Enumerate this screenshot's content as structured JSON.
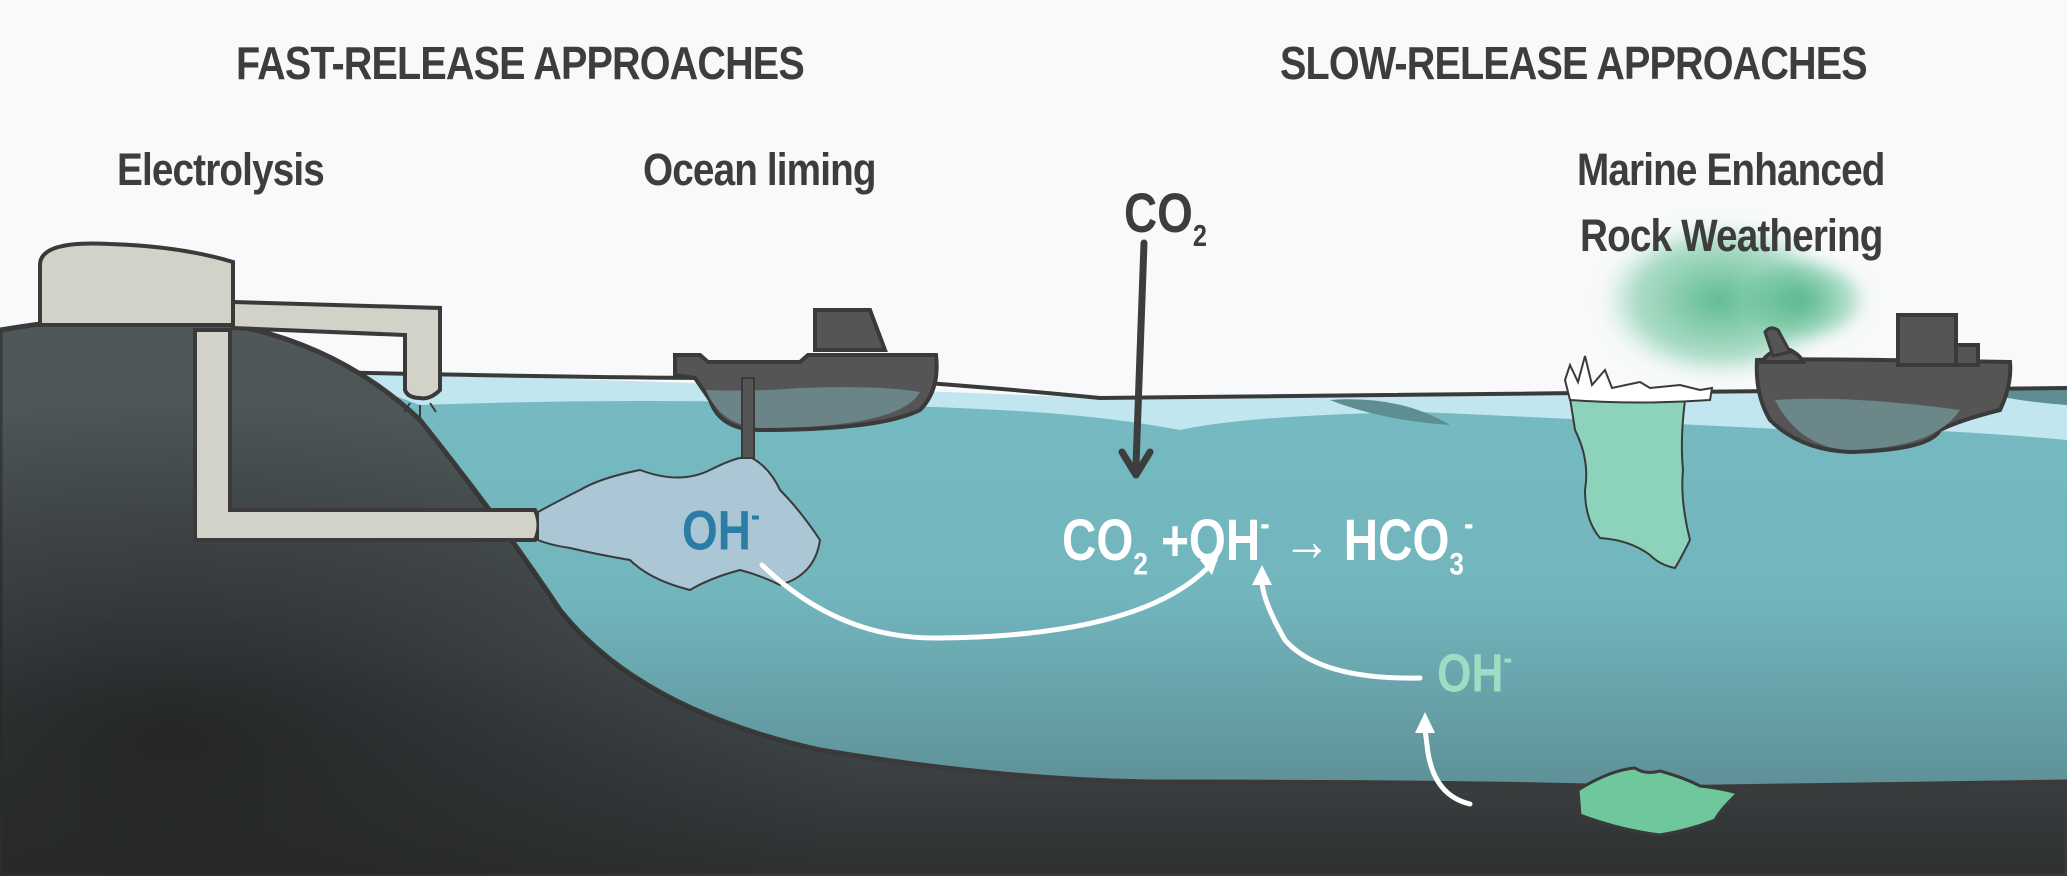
{
  "headers": {
    "fast": "FAST-RELEASE APPROACHES",
    "slow": "SLOW-RELEASE APPROACHES"
  },
  "approaches": {
    "electrolysis": "Electrolysis",
    "ocean_liming": "Ocean liming",
    "merw_line1": "Marine Enhanced",
    "merw_line2": "Rock Weathering"
  },
  "atmosphere": {
    "co2_base": "CO",
    "co2_sub": "2"
  },
  "reaction": {
    "reactant1_base": "CO",
    "reactant1_sub": "2",
    "plus": "+",
    "reactant2_base": "OH",
    "reactant2_sup": "-",
    "arrow": "→",
    "product_base": "HCO",
    "product_sub": "3",
    "product_sup": "-"
  },
  "ions": {
    "fast_oh_base": "OH",
    "fast_oh_sup": "-",
    "slow_oh_base": "OH",
    "slow_oh_sup": "-"
  },
  "colors": {
    "sky": "#f8f9fb",
    "text_dark": "#3d3d3d",
    "ocean": "#76bac2",
    "ocean_deep": "#5a8c92",
    "ocean_surface": "#c2e6ef",
    "land": "#4f5759",
    "land_dark": "#2a2c2d",
    "facility": "#d2d2c8",
    "boat": "#555555",
    "plume": "#abc6d5",
    "oh_fast": "#2a7ea6",
    "oh_slow": "#9fdcc4",
    "mineral": "#6fc79c",
    "white": "#ffffff"
  }
}
